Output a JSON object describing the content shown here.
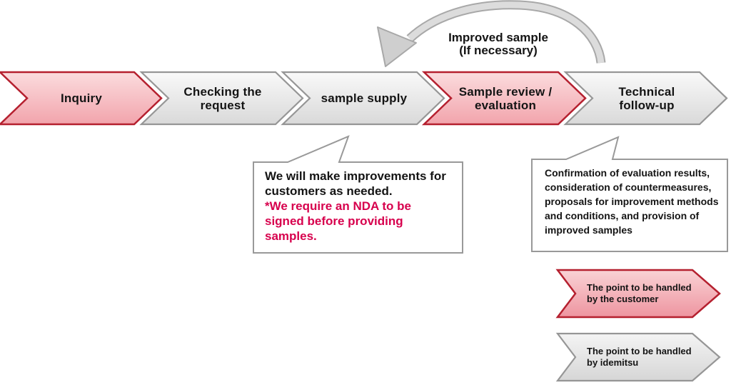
{
  "flow": {
    "steps": [
      {
        "line1": "Inquiry",
        "variant": "red"
      },
      {
        "line1": "Checking the",
        "line2": "request",
        "variant": "gray"
      },
      {
        "line1": "sample supply",
        "variant": "gray"
      },
      {
        "line1": "Sample review /",
        "line2": "evaluation",
        "variant": "red"
      },
      {
        "line1": "Technical",
        "line2": "follow-up",
        "variant": "gray"
      }
    ]
  },
  "loop_arrow": {
    "line1": "Improved sample",
    "line2": "(If necessary)"
  },
  "callouts": {
    "sample_supply": {
      "black_text": "We will make improvements for customers as needed.",
      "red_text": "*We require an NDA to be signed before providing samples."
    },
    "technical_follow_up": {
      "text": "Confirmation of evaluation results, consideration of countermeasures, proposals for improvement methods and conditions, and provision of improved samples"
    }
  },
  "legend": {
    "customer": {
      "line1": "The point to be handled",
      "line2": "by the customer",
      "variant": "red"
    },
    "idemitsu": {
      "line1": "The point to be handled",
      "line2": "by idemitsu",
      "variant": "gray"
    }
  },
  "colors": {
    "red_border": "#b5202f",
    "red_fill_top": "#fbdcde",
    "red_fill_bottom": "#f2a4ac",
    "legend_red_fill_top": "#f9d2d5",
    "legend_red_fill_bottom": "#ee95a0",
    "gray_border": "#999999",
    "gray_fill_top": "#f9f9f9",
    "gray_fill_bottom": "#d9d9d9",
    "loop_band_fill": "#dcdcdc",
    "loop_band_border": "#a8a8a8",
    "red_text": "#d7014d",
    "text": "#141414",
    "callout_border": "#999999"
  }
}
